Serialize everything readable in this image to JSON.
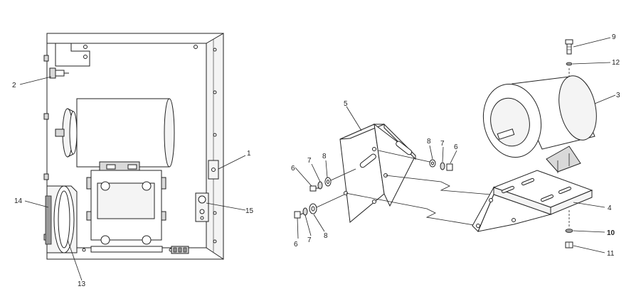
{
  "callouts": {
    "c1": "1",
    "c2": "2",
    "c3": "3",
    "c4": "4",
    "c5": "5",
    "c6a": "6",
    "c6b": "6",
    "c6c": "6",
    "c7a": "7",
    "c7b": "7",
    "c7c": "7",
    "c8a": "8",
    "c8b": "8",
    "c8c": "8",
    "c9": "9",
    "c10": "10",
    "c11": "11",
    "c12": "12",
    "c13": "13",
    "c14": "14",
    "c15": "15"
  }
}
